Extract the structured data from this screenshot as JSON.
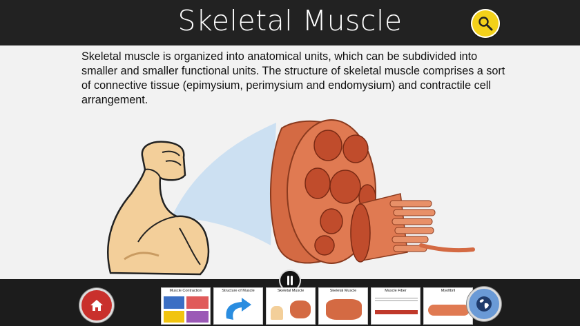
{
  "header": {
    "title": "Skeletal Muscle",
    "search_icon": "magnifier-icon"
  },
  "main": {
    "description": "Skeletal muscle is organized into anatomical units, which can be subdivided into smaller and smaller functional units. The structure of skeletal muscle comprises a sort of connective tissue (epimysium, perimysium and endomysium) and contractile cell arrangement."
  },
  "footer": {
    "home_icon": "home-icon",
    "globe_icon": "globe-icon",
    "bone_icon": "bone-icon",
    "thumbnails": [
      {
        "label": "Muscle Contraction"
      },
      {
        "label": "Structure of Muscle"
      },
      {
        "label": "Skeletal Muscle"
      },
      {
        "label": "Skeletal Muscle"
      },
      {
        "label": "Muscle Fiber"
      },
      {
        "label": "Myofibril"
      }
    ]
  },
  "colors": {
    "accent_yellow": "#f3d11a",
    "home_red": "#c9302c",
    "globe_blue": "#6a9ad6",
    "muscle": "#d46a43"
  }
}
